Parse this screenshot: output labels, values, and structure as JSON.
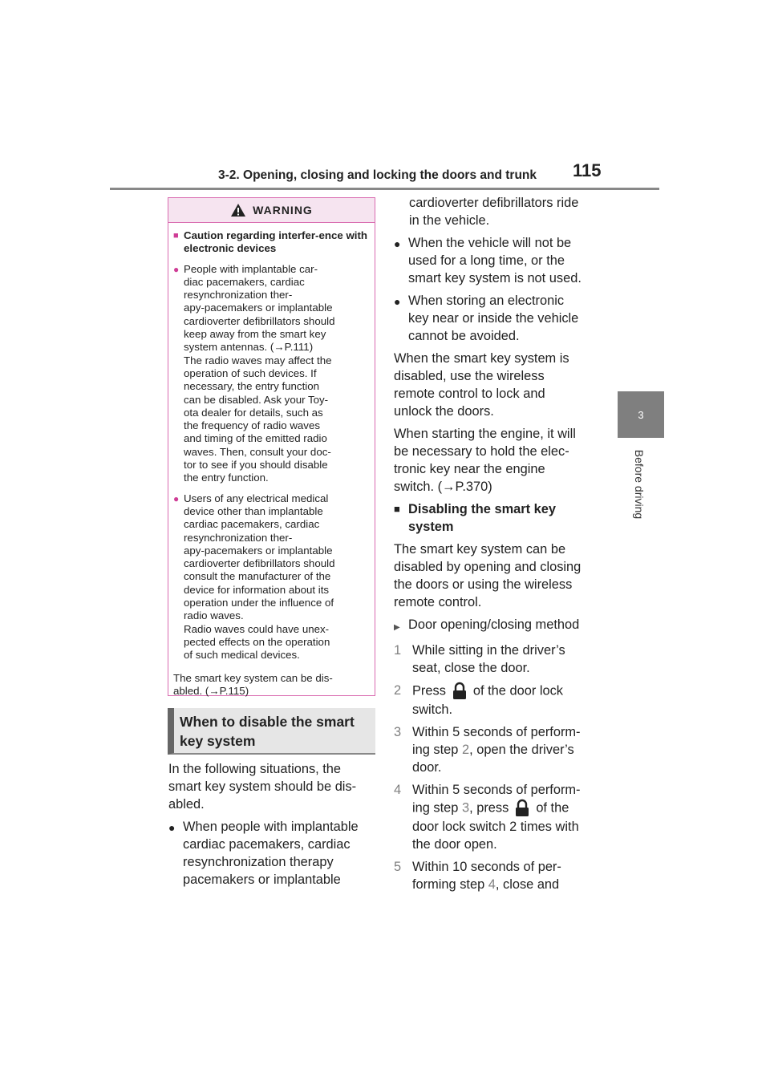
{
  "header": {
    "title": "3-2. Opening, closing and locking the doors and trunk",
    "page_number": "115"
  },
  "side_tab": {
    "chapter": "3",
    "label": "Before driving"
  },
  "warning": {
    "title": "WARNING",
    "subheading": "Caution regarding interfer-ence with electronic devices",
    "bullets": [
      {
        "lines": [
          "People with implantable car-",
          "diac pacemakers, cardiac",
          "resynchronization ther-",
          "apy-pacemakers or implantable",
          "cardioverter defibrillators should",
          "keep away from the smart key",
          "system antennas. (→P.111)",
          "The radio waves may affect the",
          "operation of such devices. If",
          "necessary, the entry function",
          "can be disabled. Ask your Toy-",
          "ota dealer for details, such as",
          "the frequency of radio waves",
          "and timing of the emitted radio",
          "waves. Then, consult your doc-",
          "tor to see if you should disable",
          "the entry function."
        ]
      },
      {
        "lines": [
          "Users of any electrical medical",
          "device other than implantable",
          "cardiac pacemakers, cardiac",
          "resynchronization ther-",
          "apy-pacemakers or implantable",
          "cardioverter defibrillators should",
          "consult the manufacturer of the",
          "device for information about its",
          "operation under the influence of",
          "radio waves.",
          "Radio waves could have unex-",
          "pected effects on the operation",
          "of such medical devices."
        ]
      }
    ],
    "note_lines": [
      "The smart key system can be dis-",
      "abled. (→P.115)"
    ]
  },
  "section": {
    "title_lines": [
      "When to disable the smart",
      "key system"
    ]
  },
  "left_column": {
    "intro_lines": [
      "In the following situations, the",
      "smart key system should be dis-",
      "abled."
    ],
    "bullet1_lines": [
      "When people with implantable",
      "cardiac pacemakers, cardiac",
      "resynchronization therapy",
      "pacemakers or implantable"
    ]
  },
  "right_column": {
    "bullet1_cont_lines": [
      "cardioverter defibrillators ride",
      "in the vehicle."
    ],
    "bullet2_lines": [
      "When the vehicle will not be",
      "used for a long time, or the",
      "smart key system is not used."
    ],
    "bullet3_lines": [
      "When storing an electronic",
      "key near or inside the vehicle",
      "cannot be avoided."
    ],
    "para1_lines": [
      "When the smart key system is",
      "disabled, use the wireless",
      "remote control to lock and",
      "unlock the doors."
    ],
    "para2_lines": [
      "When starting the engine, it will",
      "be necessary to hold the elec-",
      "tronic key near the engine",
      "switch. (→P.370)"
    ],
    "subhead_lines": [
      "Disabling the smart key",
      "system"
    ],
    "para3_lines": [
      "The smart key system can be",
      "disabled by opening and closing",
      "the doors or using the wireless",
      "remote control."
    ],
    "method": "Door opening/closing method",
    "steps": {
      "s1_num": "1",
      "s1_lines": [
        "While sitting in the driver’s",
        "seat, close the door."
      ],
      "s2_num": "2",
      "s2_pre": "Press",
      "s2_post": "of the door lock",
      "s2_line2": "switch.",
      "s3_num": "3",
      "s3_l1": "Within 5 seconds of perform-",
      "s3_l2_pre": "ing step",
      "s3_ref": "2",
      "s3_l2_post": ", open the driver’s",
      "s3_l3": "door.",
      "s4_num": "4",
      "s4_l1": "Within 5 seconds of perform-",
      "s4_l2_pre": "ing step",
      "s4_ref": "3",
      "s4_l2_mid": ", press",
      "s4_l2_post": "of the",
      "s4_l3": "door lock switch 2 times with",
      "s4_l4": "the door open.",
      "s5_num": "5",
      "s5_l1": "Within 10 seconds of per-",
      "s5_l2_pre": "forming step",
      "s5_ref": "4",
      "s5_l2_post": ", close and"
    }
  }
}
